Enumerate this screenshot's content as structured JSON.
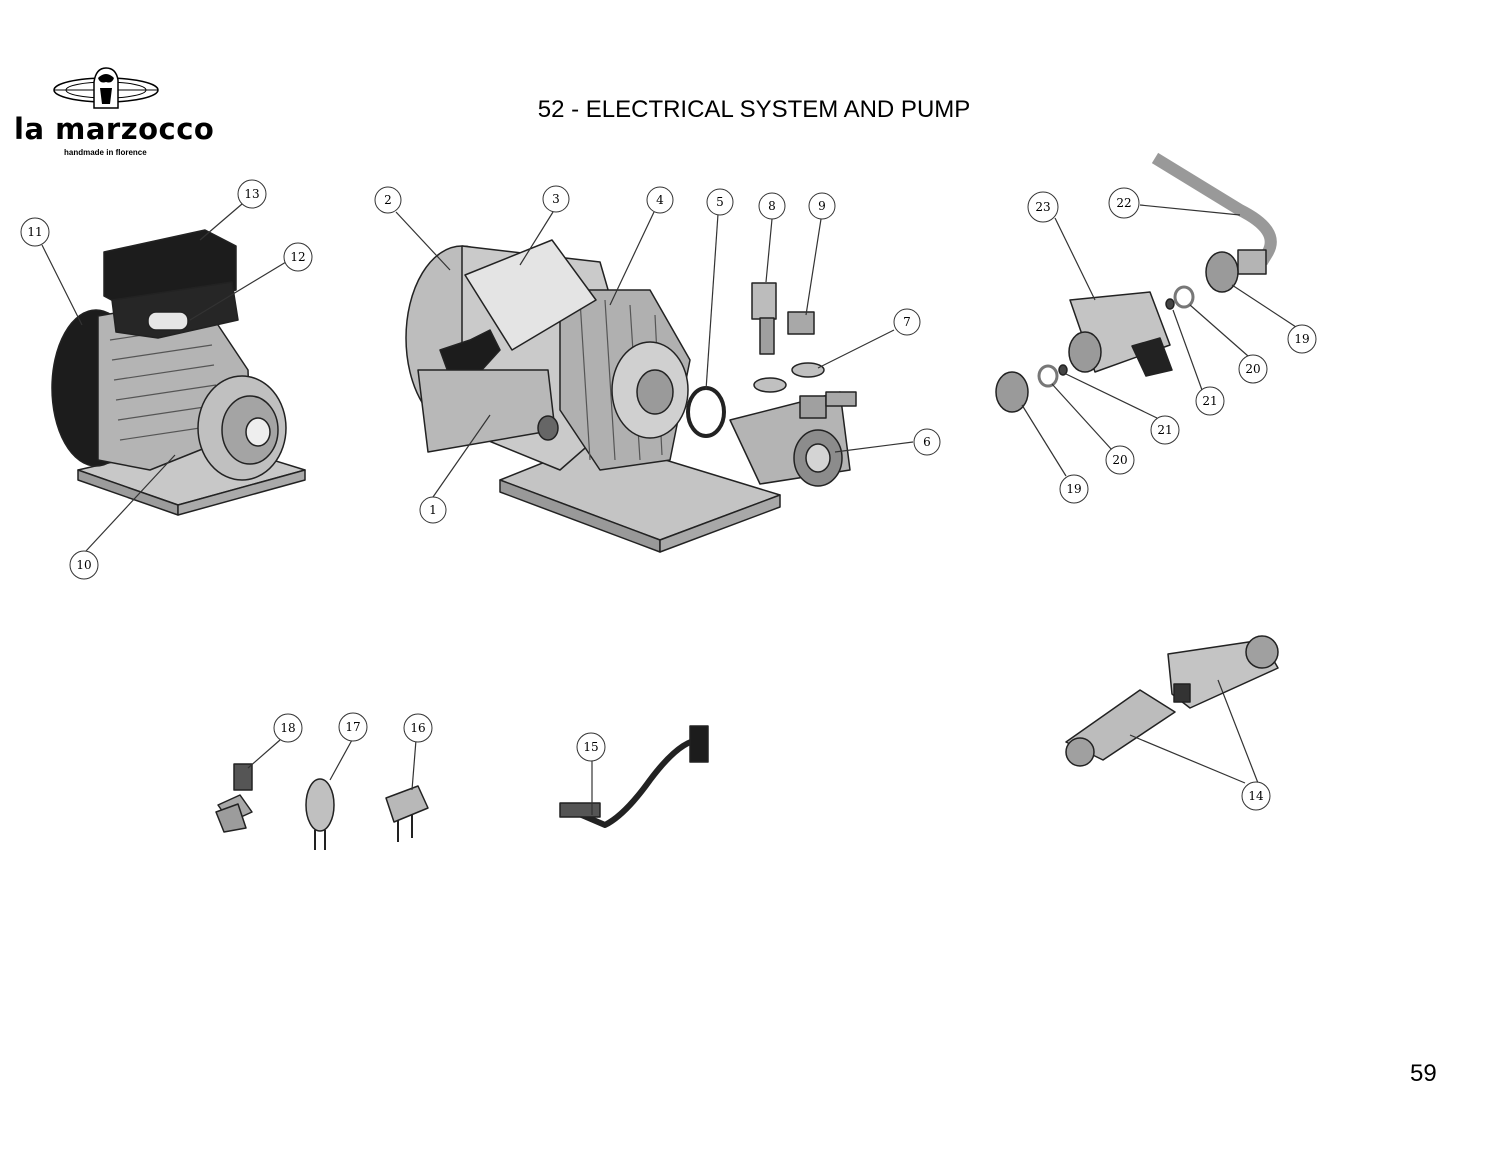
{
  "brand": {
    "name": "la marzocco",
    "tagline": "handmade in florence"
  },
  "page": {
    "title": "52 - ELECTRICAL SYSTEM AND PUMP",
    "number": "59"
  },
  "callouts": [
    "1",
    "2",
    "3",
    "4",
    "5",
    "6",
    "7",
    "8",
    "9",
    "10",
    "11",
    "12",
    "13",
    "14",
    "15",
    "16",
    "17",
    "18",
    "19",
    "19",
    "20",
    "20",
    "21",
    "21",
    "22",
    "23"
  ],
  "palette": {
    "outline": "#222222",
    "part_dark": "#1c1c1c",
    "part_mid": "#9a9a9a",
    "part_light": "#d4d4d4",
    "leader": "#333333"
  }
}
